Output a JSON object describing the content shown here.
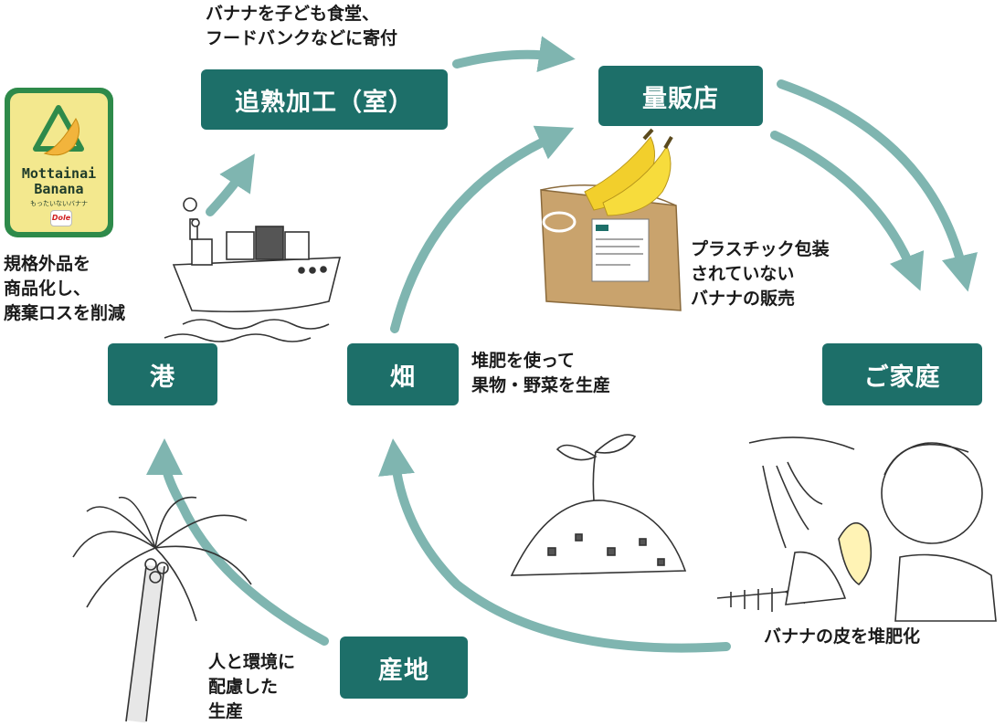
{
  "nodes": {
    "tsuijuku": "追熟加工（室）",
    "ryohanten": "量販店",
    "minato": "港",
    "hatake": "畑",
    "gokatei": "ご家庭",
    "sanchi": "産地"
  },
  "notes": {
    "donation": [
      "バナナを子ども食堂、",
      "フードバンクなどに寄付"
    ],
    "kikakugai": [
      "規格外品を",
      "商品化し、",
      "廃棄ロスを削減"
    ],
    "plastic": [
      "プラスチック包装",
      "されていない",
      "バナナの販売"
    ],
    "taihi_use": [
      "堆肥を使って",
      "果物・野菜を生産"
    ],
    "peel": "バナナの皮を堆肥化",
    "eco": [
      "人と環境に",
      "配慮した",
      "生産"
    ]
  },
  "logo": {
    "name": [
      "Mottainai",
      "Banana"
    ],
    "subtitle": "もったいないバナナ",
    "brand": "Dole"
  },
  "colors": {
    "node": "#1d6f69",
    "arrow": "#7fb5b0"
  }
}
